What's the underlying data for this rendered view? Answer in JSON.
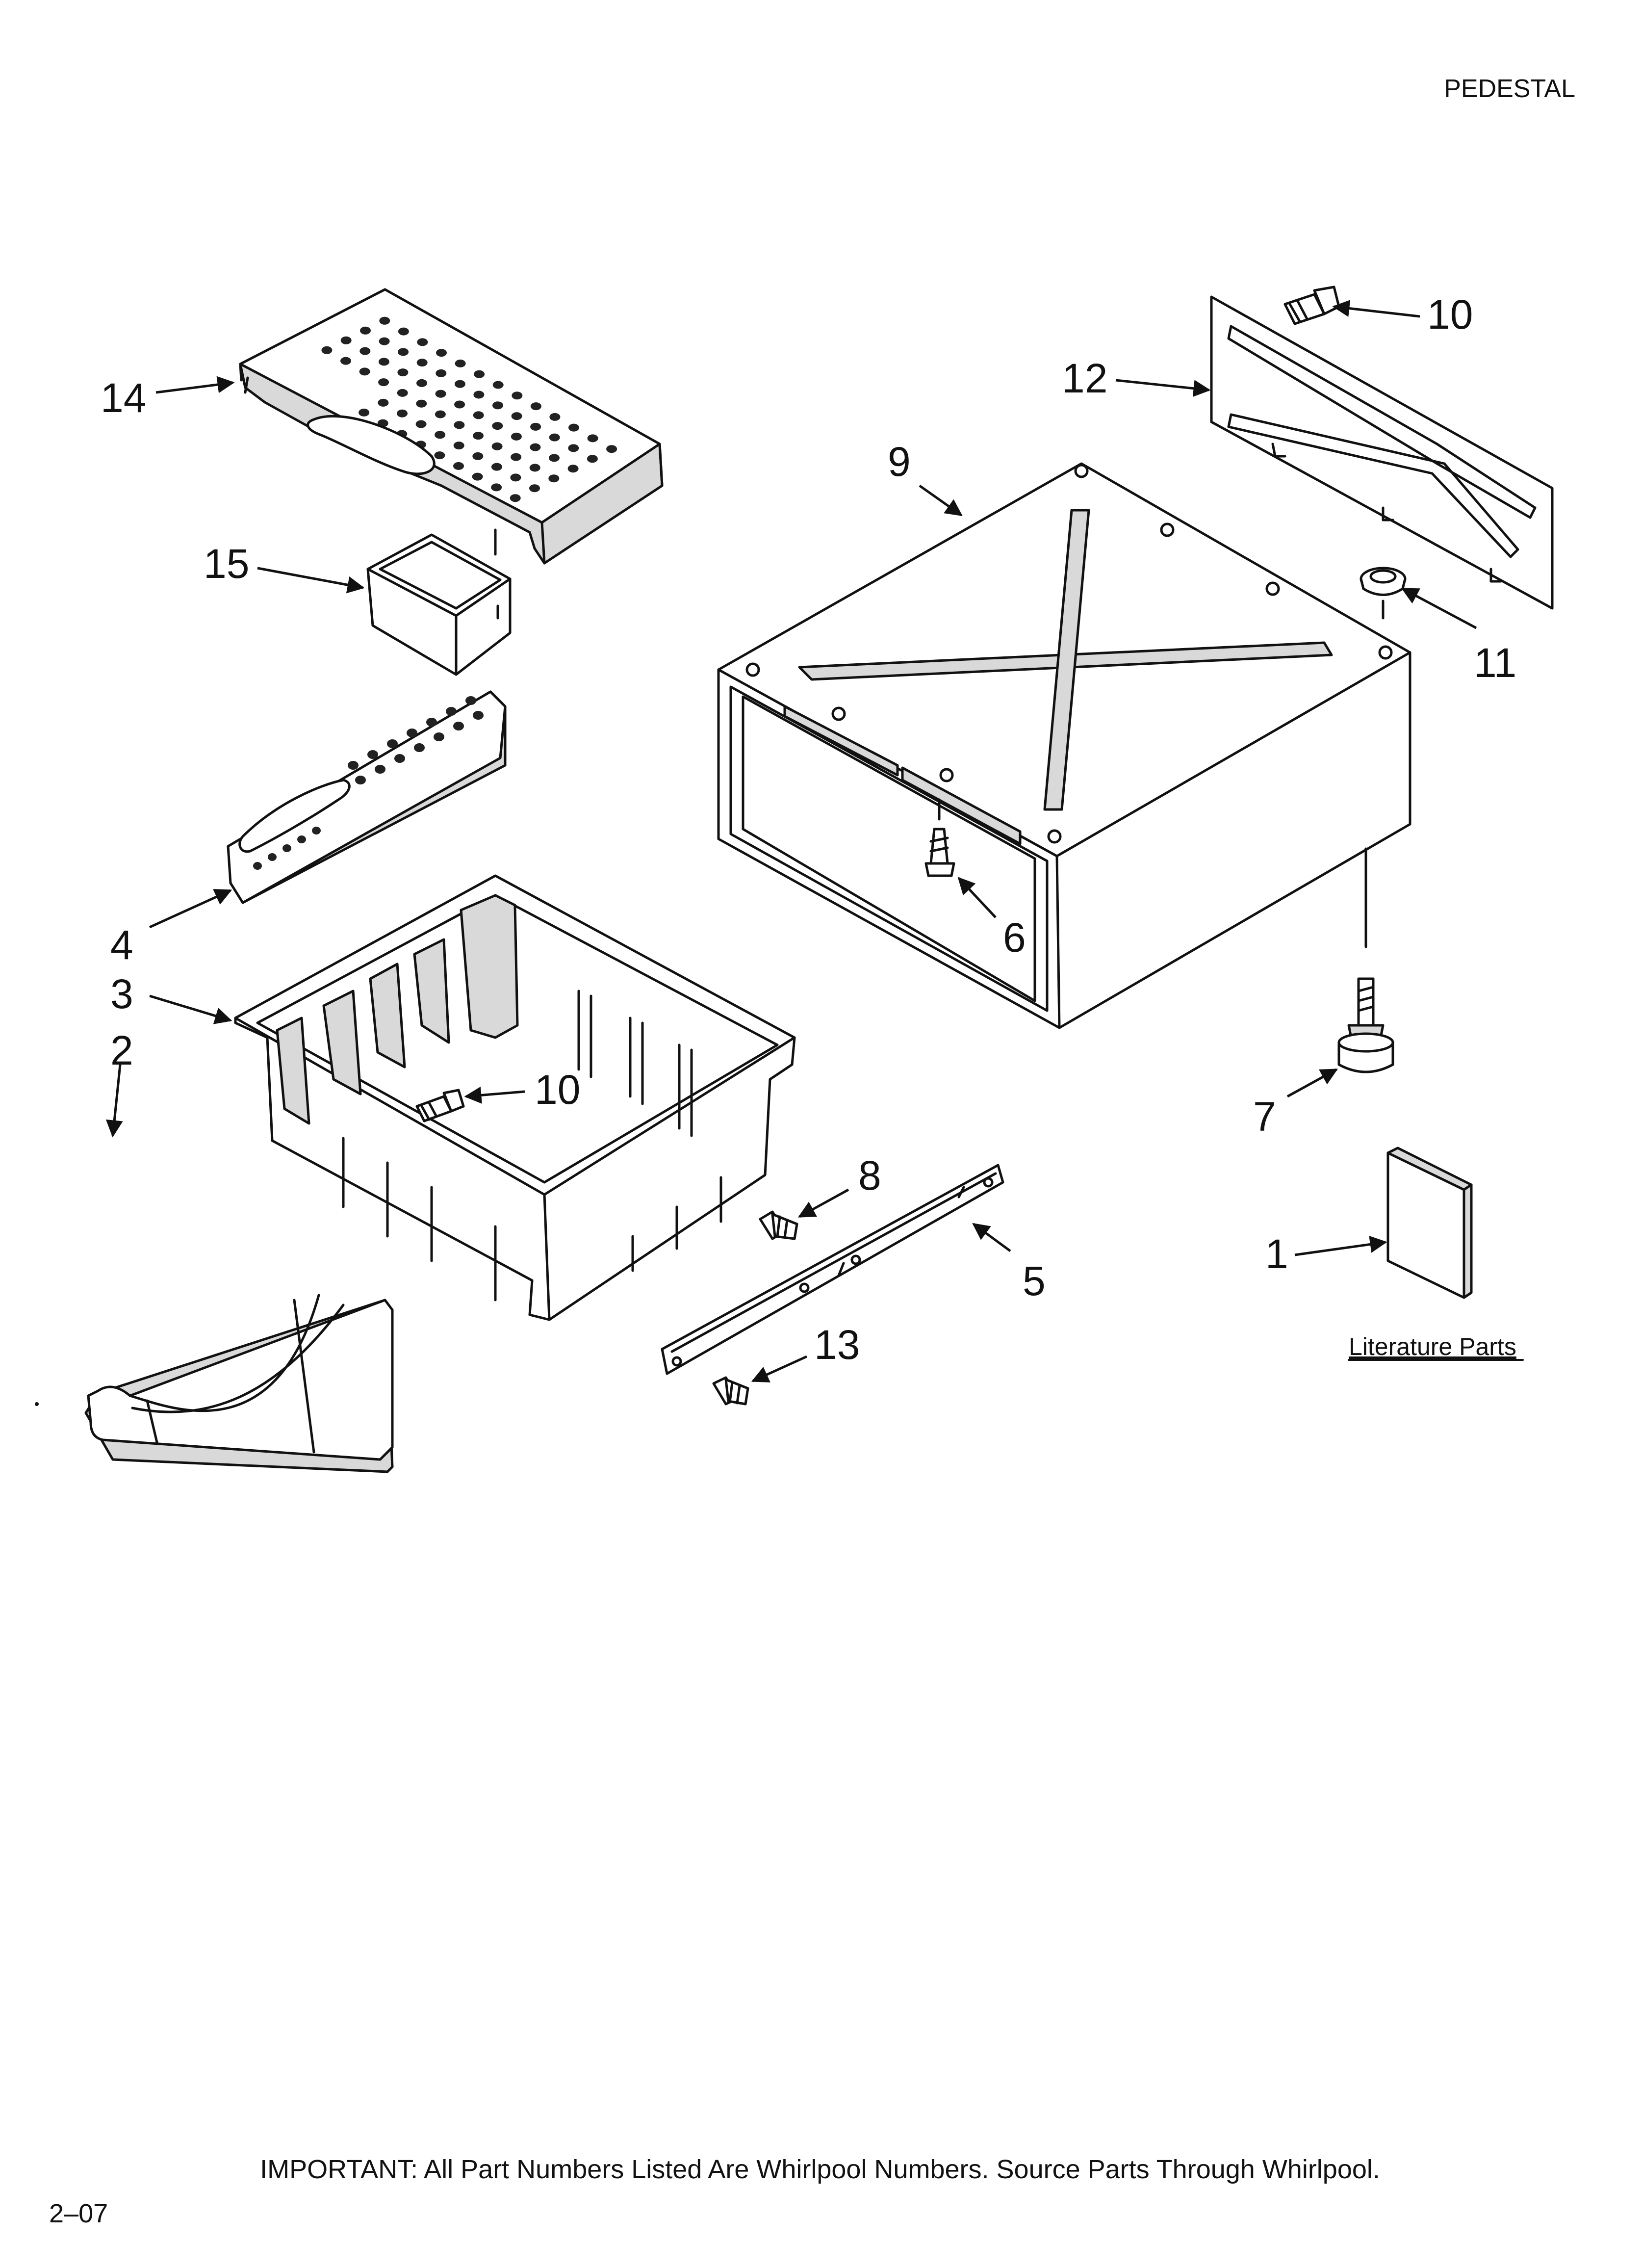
{
  "header": {
    "section_title": "PEDESTAL"
  },
  "callouts": [
    {
      "id": "c14",
      "label": "14"
    },
    {
      "id": "c15",
      "label": "15"
    },
    {
      "id": "c4",
      "label": "4"
    },
    {
      "id": "c3",
      "label": "3"
    },
    {
      "id": "c2",
      "label": "2"
    },
    {
      "id": "c10a",
      "label": "10"
    },
    {
      "id": "c10b",
      "label": "10"
    },
    {
      "id": "c12",
      "label": "12"
    },
    {
      "id": "c9",
      "label": "9"
    },
    {
      "id": "c11",
      "label": "11"
    },
    {
      "id": "c6",
      "label": "6"
    },
    {
      "id": "c7",
      "label": "7"
    },
    {
      "id": "c8",
      "label": "8"
    },
    {
      "id": "c5",
      "label": "5"
    },
    {
      "id": "c13",
      "label": "13"
    },
    {
      "id": "c1",
      "label": "1"
    }
  ],
  "literature": {
    "label": "Literature Parts"
  },
  "footer": {
    "important_note": "IMPORTANT: All Part Numbers Listed Are Whirlpool Numbers. Source Parts Through Whirlpool.",
    "revision": "2–07"
  }
}
